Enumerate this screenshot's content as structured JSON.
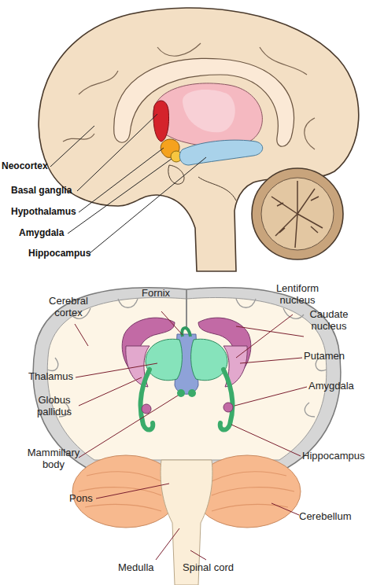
{
  "diagram": {
    "labels": [
      "Neocortex",
      "Basal ganglia",
      "Hypothalamus",
      "Amygdala",
      "Hippocampus",
      "Fornix",
      "Lentiform nucleus",
      "Cerebral cortex",
      "Caudate nucleus",
      "Putamen",
      "Thalamus",
      "Globus pallidus",
      "Amygdala",
      "Mammillary body",
      "Hippocampus",
      "Pons",
      "Cerebellum",
      "Medulla",
      "Spinal cord"
    ]
  }
}
